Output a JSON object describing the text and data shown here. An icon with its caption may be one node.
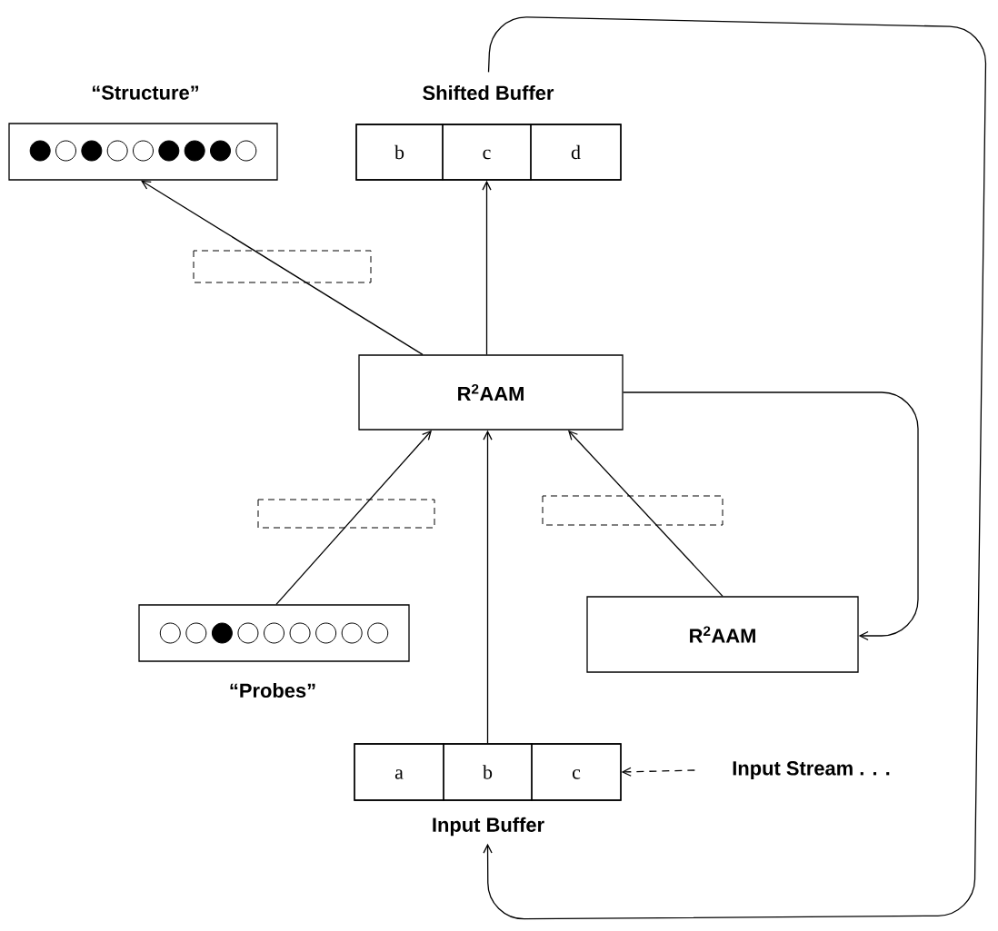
{
  "diagram": {
    "nodes": [
      {
        "text": [
          "“Structure”"
        ]
      },
      {
        "text": [
          "Shifted Buffer"
        ]
      },
      {
        "text": [
          "b"
        ],
        "in": 1
      },
      {
        "text": [
          "c"
        ],
        "in": 1
      },
      {
        "text": [
          "d"
        ],
        "in": 1
      },
      {
        "text": [
          "R$^{2}$AAM"
        ]
      },
      {
        "text": [
          "“Probes”"
        ]
      },
      {
        "text": [
          "R$^{2}$AAM"
        ]
      },
      {
        "text": [
          "Input Buffer"
        ]
      },
      {
        "text": [
          "a"
        ],
        "in": 8
      },
      {
        "text": [
          "b"
        ],
        "in": 8
      },
      {
        "text": [
          "c"
        ],
        "in": 8
      },
      {
        "text": [
          "Input Stream . . ."
        ]
      }
    ],
    "edges": [
      {
        "from": 5,
        "to": 0,
        "arrow": "to"
      },
      {
        "from": 5,
        "to": 3,
        "arrow": "to"
      },
      {
        "from": 6,
        "to": 5,
        "arrow": "to"
      },
      {
        "from": 10,
        "to": 5,
        "arrow": "to"
      },
      {
        "from": 7,
        "to": 5,
        "arrow": "to"
      },
      {
        "from": 5,
        "to": 7,
        "arrow": "to"
      },
      {
        "from": 12,
        "to": 11,
        "arrow": "to",
        "style": "dashed"
      },
      {
        "from": 1,
        "to": 8,
        "arrow": "to"
      }
    ]
  }
}
